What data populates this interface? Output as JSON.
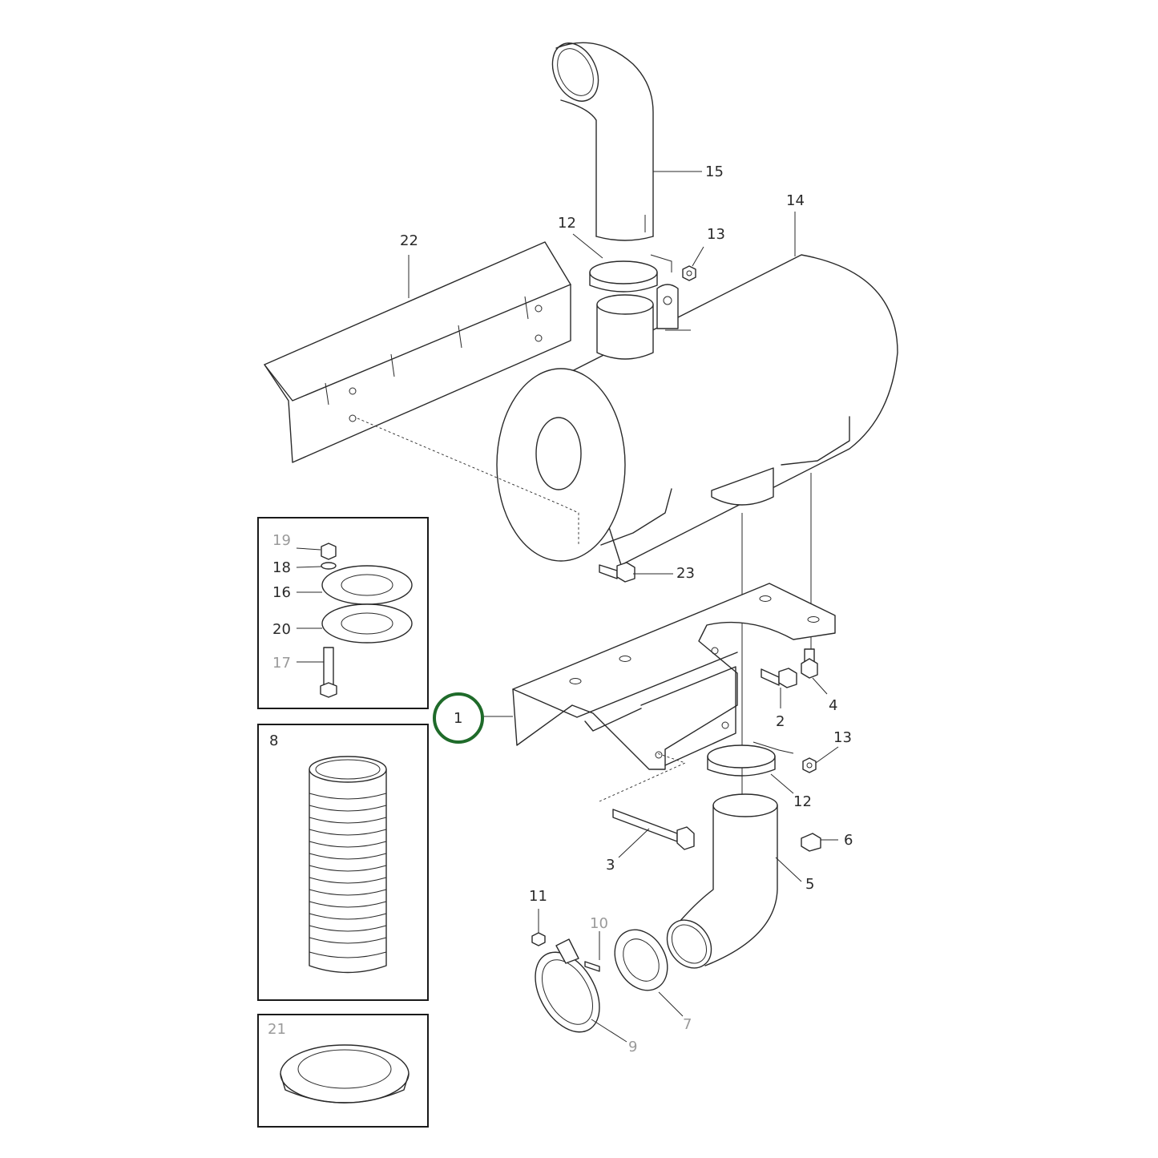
{
  "callouts": {
    "c1": "1",
    "c2": "2",
    "c3": "3",
    "c4": "4",
    "c5": "5",
    "c6": "6",
    "c7": "7",
    "c8": "8",
    "c9": "9",
    "c10": "10",
    "c11": "11",
    "c12a": "12",
    "c12b": "12",
    "c13a": "13",
    "c13b": "13",
    "c14": "14",
    "c15": "15",
    "c16": "16",
    "c17": "17",
    "c18": "18",
    "c19": "19",
    "c20": "20",
    "c21": "21",
    "c22": "22",
    "c23": "23"
  },
  "highlight": {
    "part": "1",
    "color": "#1f6b2a"
  }
}
